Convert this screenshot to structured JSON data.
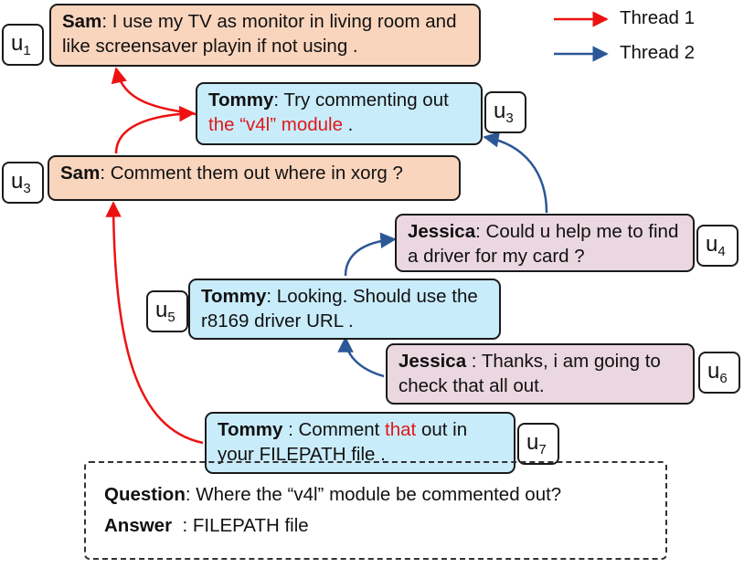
{
  "legend": [
    {
      "label": "Thread 1",
      "color": "#ee1111"
    },
    {
      "label": "Thread 2",
      "color": "#2b5796"
    }
  ],
  "messages": [
    {
      "id": "m1",
      "speaker": "Sam",
      "sep": ": ",
      "tag": "u",
      "tag_sub": "1",
      "parts": [
        {
          "text": "I use my TV as monitor in living room and like screensaver playin if not using ."
        }
      ]
    },
    {
      "id": "m2",
      "speaker": "Tommy",
      "sep": ": ",
      "tag": "u",
      "tag_sub": "3",
      "parts": [
        {
          "text": "Try commenting out "
        },
        {
          "text": "the “v4l” module",
          "highlight": true
        },
        {
          "text": " ."
        }
      ]
    },
    {
      "id": "m3",
      "speaker": "Sam",
      "sep": ": ",
      "tag": "u",
      "tag_sub": "3",
      "parts": [
        {
          "text": "Comment them out where in xorg ?"
        }
      ]
    },
    {
      "id": "m4",
      "speaker": "Jessica",
      "sep": ": ",
      "tag": "u",
      "tag_sub": "4",
      "parts": [
        {
          "text": "Could u help me to find a driver for my card ?"
        }
      ]
    },
    {
      "id": "m5",
      "speaker": "Tommy",
      "sep": ": ",
      "tag": "u",
      "tag_sub": "5",
      "parts": [
        {
          "text": "Looking. Should use the r8169 driver URL ."
        }
      ]
    },
    {
      "id": "m6",
      "speaker": "Jessica",
      "sep": " : ",
      "tag": "u",
      "tag_sub": "6",
      "parts": [
        {
          "text": "Thanks, i am going to check that all out."
        }
      ]
    },
    {
      "id": "m7",
      "speaker": "Tommy",
      "sep": " : ",
      "tag": "u",
      "tag_sub": "7",
      "parts": [
        {
          "text": "Comment "
        },
        {
          "text": "that",
          "highlight": true
        },
        {
          "text": " out in your FILEPATH file ."
        }
      ]
    }
  ],
  "qa": {
    "question_label": "Question",
    "question_sep": ": ",
    "question_text": "Where the “v4l” module be commented out?",
    "answer_label": "Answer",
    "answer_sep": "  : ",
    "answer_text": "FILEPATH file"
  },
  "colors": {
    "thread1": "#ee1111",
    "thread2": "#2b5796",
    "highlight": "#e01818",
    "sam_bg": "#fad5bd",
    "tommy_bg": "#c9ecfb",
    "jessica_bg": "#ead7e0"
  }
}
